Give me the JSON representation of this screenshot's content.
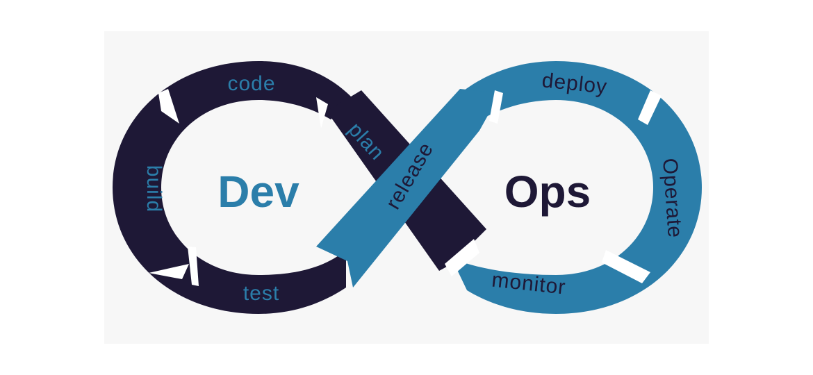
{
  "colors": {
    "dev": "#1e1836",
    "ops": "#2b7eaa",
    "background": "#ffffff",
    "panel": "#f7f7f7"
  },
  "center": {
    "dev": "Dev",
    "ops": "Ops"
  },
  "stages": {
    "code": "code",
    "plan": "plan",
    "build": "build",
    "test": "test",
    "release": "release",
    "deploy": "deploy",
    "operate": "Operate",
    "monitor": "monitor"
  }
}
